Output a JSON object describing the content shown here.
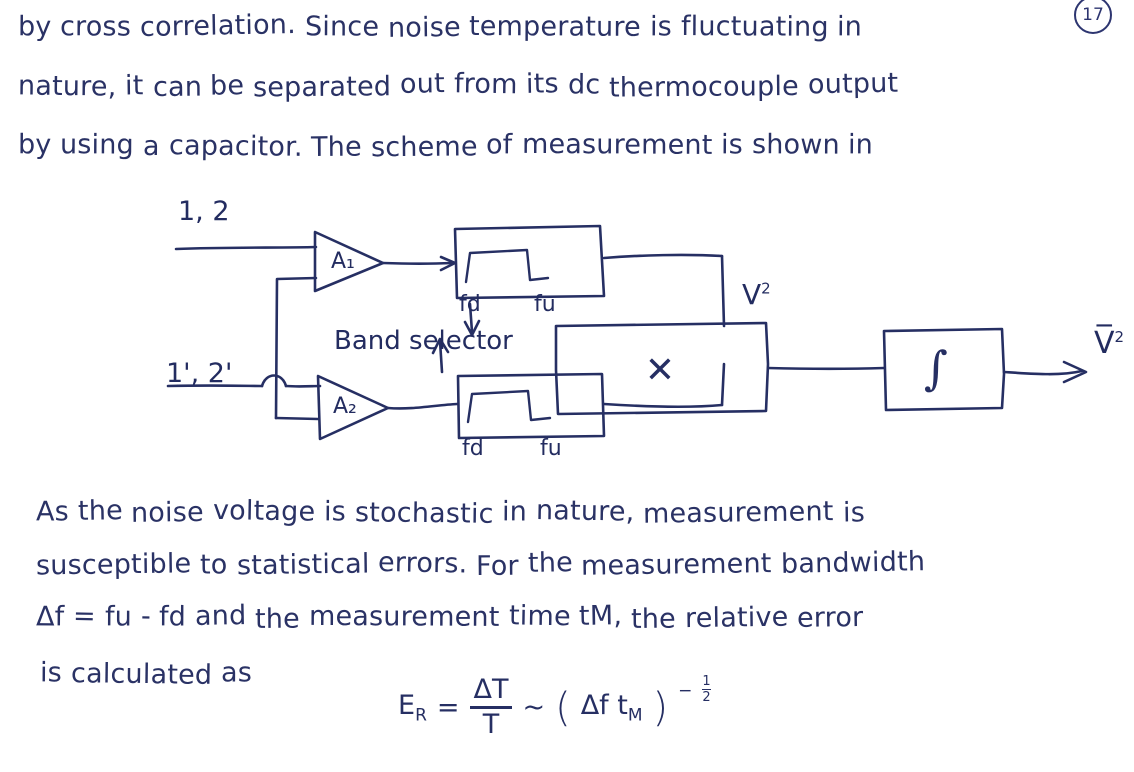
{
  "page": {
    "number": "17",
    "ink_color": "#262f63",
    "background": "#ffffff"
  },
  "paragraph_top": {
    "lines": [
      "by cross correlation. Since noise temperature is fluctuating in",
      "nature, it can be separated out from its dc thermocouple output",
      "by using a capacitor. The scheme of measurement is shown in"
    ]
  },
  "diagram": {
    "caption": "Band selector",
    "input_top_label": "1, 2",
    "input_bottom_label": "1', 2'",
    "amplifier_top_label": "A₁",
    "amplifier_bottom_label": "A₂",
    "filter_top": {
      "low_label": "fd",
      "high_label": "fu"
    },
    "filter_bottom": {
      "low_label": "fd",
      "high_label": "fu"
    },
    "multiplier_label": "X",
    "integrator_label": "∫",
    "signal_label": "V",
    "signal_exponent": "2",
    "output_label": "V̅",
    "output_exponent": "2"
  },
  "paragraph_bottom": {
    "lines": [
      "As the noise voltage is stochastic in nature, measurement is",
      "susceptible to statistical errors. For the measurement bandwidth",
      "Δf = fu - fd and the measurement time tM, the relative error",
      "is calculated as"
    ]
  },
  "formula": {
    "lhs": "E",
    "lhs_sub": "R",
    "equals": "=",
    "numerator": "ΔT",
    "denominator": "T",
    "approx": "~",
    "open_paren": "(",
    "inner": "Δf t",
    "inner_sub": "M",
    "close_paren": ")",
    "exponent_sign": "−",
    "exponent_num": "1",
    "exponent_den": "2"
  }
}
